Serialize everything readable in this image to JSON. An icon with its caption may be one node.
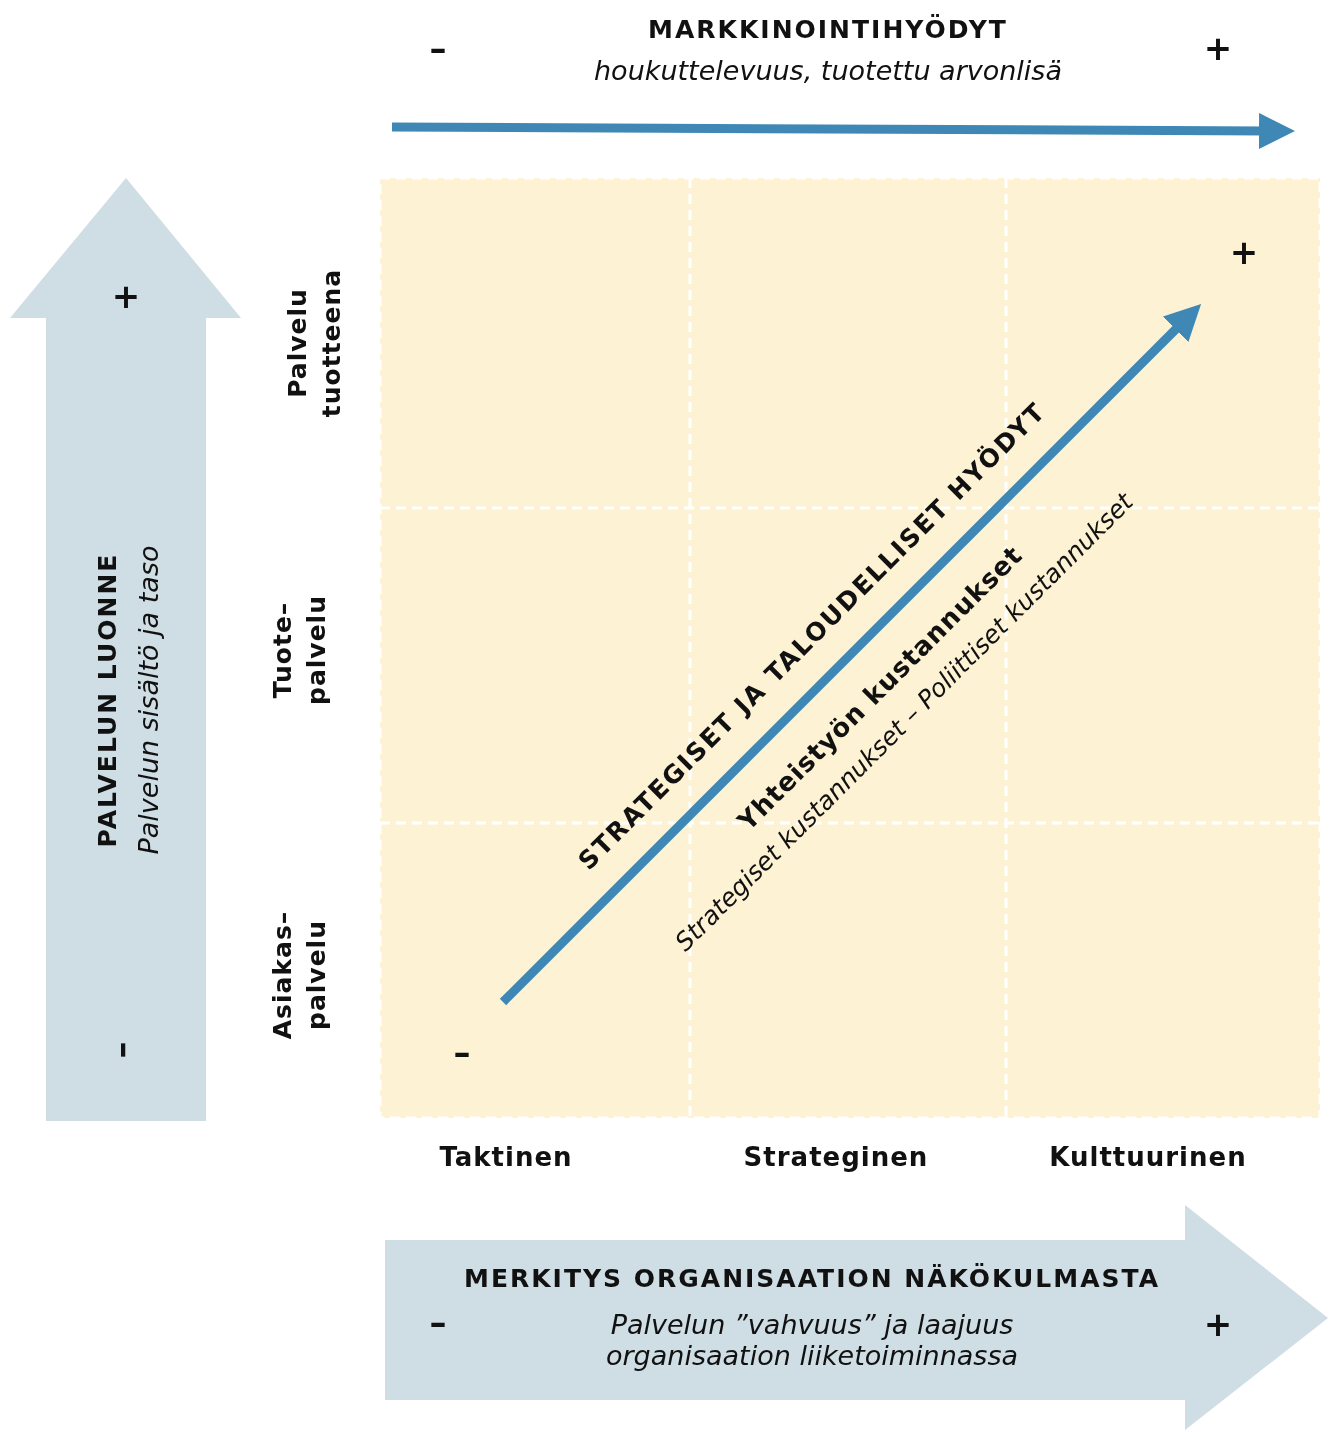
{
  "diagram": {
    "nodes": [
      {
        "text": [
          "+",
          "PALVELUN LUONNE",
          "Palvelun sisältö ja taso",
          "–"
        ]
      },
      {
        "text": [
          "MERKITYS ORGANISAATION NÄKÖKULMASTA",
          "–",
          "Palvelun ”vahvuus” ja laajuus organisaation liiketoiminnassa",
          "+"
        ]
      }
    ],
    "labels": [
      "MARKKINOINTIHYÖDYT",
      "–",
      "houkuttelevuus, tuotettu arvonlisä",
      "+",
      "Palvelu tuotteena",
      "+",
      "STRATEGISET JA TALOUDELLISET HYÖDYT",
      "Yhteistyön kustannukset",
      "Strategiset kustannukset – Poliittiset kustannukset",
      "Tuote– palvelu",
      "Asiakas– palvelu",
      "–",
      "Taktinen",
      "Strateginen",
      "Kulttuurinen"
    ]
  }
}
